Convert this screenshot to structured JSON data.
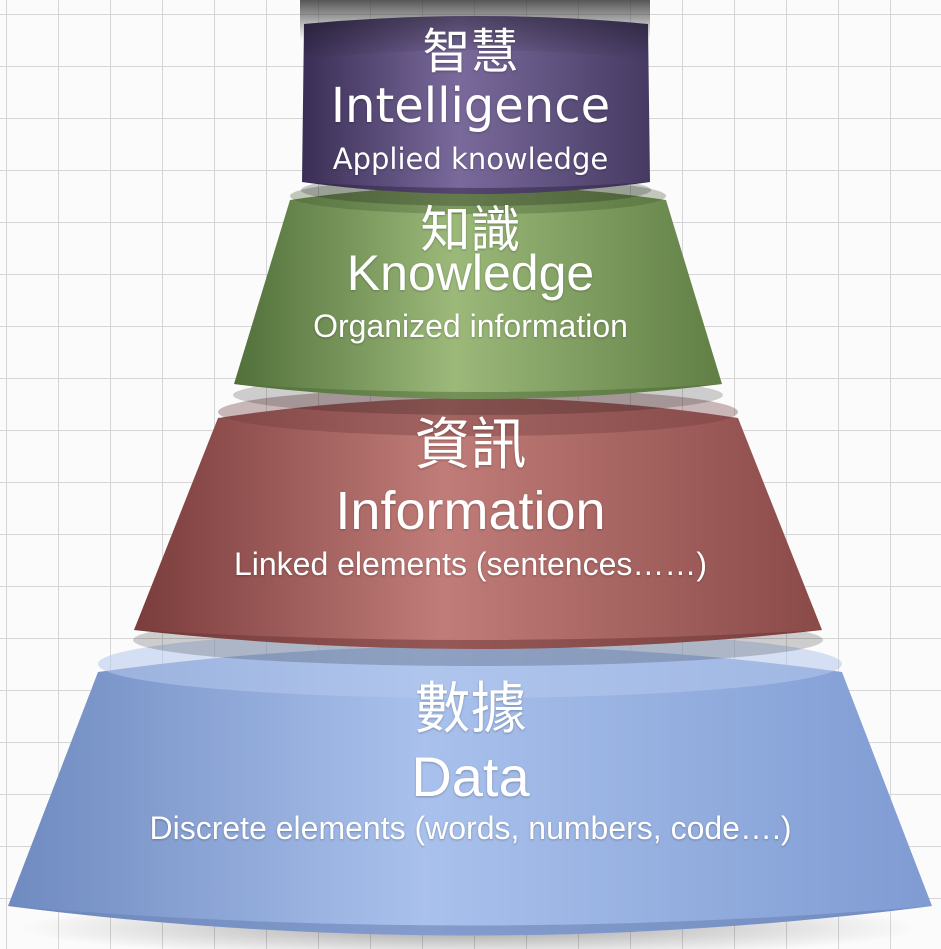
{
  "pyramid": {
    "levels": [
      {
        "chinese": "智慧",
        "english": "Intelligence",
        "description": "Applied knowledge",
        "color": "#5a4a78"
      },
      {
        "chinese": "知識",
        "english": "Knowledge",
        "description": "Organized information",
        "color": "#7a9a5a"
      },
      {
        "chinese": "資訊",
        "english": "Information",
        "description": "Linked elements (sentences……)",
        "color": "#a05a58"
      },
      {
        "chinese": "數據",
        "english": "Data",
        "description": "Discrete elements (words, numbers, code….)",
        "color": "#8aa4d4"
      }
    ]
  }
}
